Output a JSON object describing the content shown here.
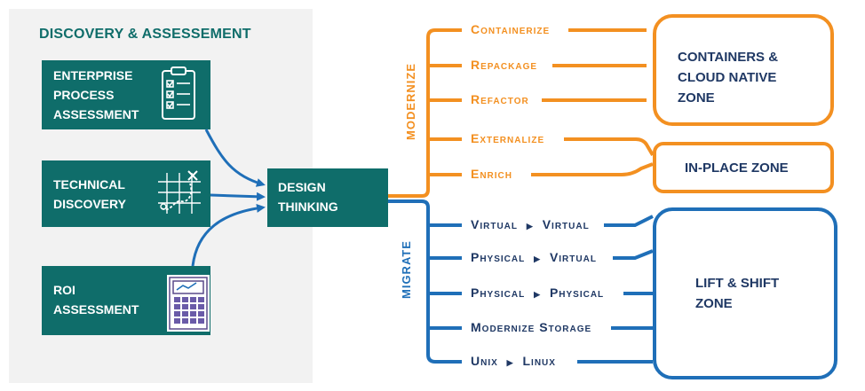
{
  "discovery": {
    "title": "DISCOVERY & ASSESSEMENT",
    "boxes": [
      {
        "lines": [
          "ENTERPRISE",
          "PROCESS",
          "ASSESSMENT"
        ],
        "icon": "clipboard-checklist-icon"
      },
      {
        "lines": [
          "TECHNICAL",
          "DISCOVERY"
        ],
        "icon": "strategy-map-icon"
      },
      {
        "lines": [
          "ROI",
          "ASSESSMENT"
        ],
        "icon": "calculator-icon"
      }
    ],
    "design": {
      "lines": [
        "DESIGN",
        "THINKING"
      ]
    }
  },
  "modernize": {
    "label": "MODERNIZE",
    "color": "#f39021",
    "items": [
      "Containerize",
      "Repackage",
      "Refactor",
      "Externalize",
      "Enrich"
    ]
  },
  "migrate": {
    "label": "MIGRATE",
    "color": "#1f6fb8",
    "items": [
      {
        "from": "Virtual",
        "to": "Virtual"
      },
      {
        "from": "Physical",
        "to": "Virtual"
      },
      {
        "from": "Physical",
        "to": "Physical"
      },
      {
        "from": "Modernize Storage",
        "to": ""
      },
      {
        "from": "Unix",
        "to": "Linux"
      }
    ]
  },
  "zones": [
    {
      "lines": [
        "CONTAINERS &",
        "CLOUD NATIVE",
        "ZONE"
      ],
      "color": "#f39021"
    },
    {
      "lines": [
        "IN-PLACE ZONE"
      ],
      "color": "#f39021"
    },
    {
      "lines": [
        "LIFT & SHIFT",
        "ZONE"
      ],
      "color": "#1f6fb8"
    }
  ]
}
